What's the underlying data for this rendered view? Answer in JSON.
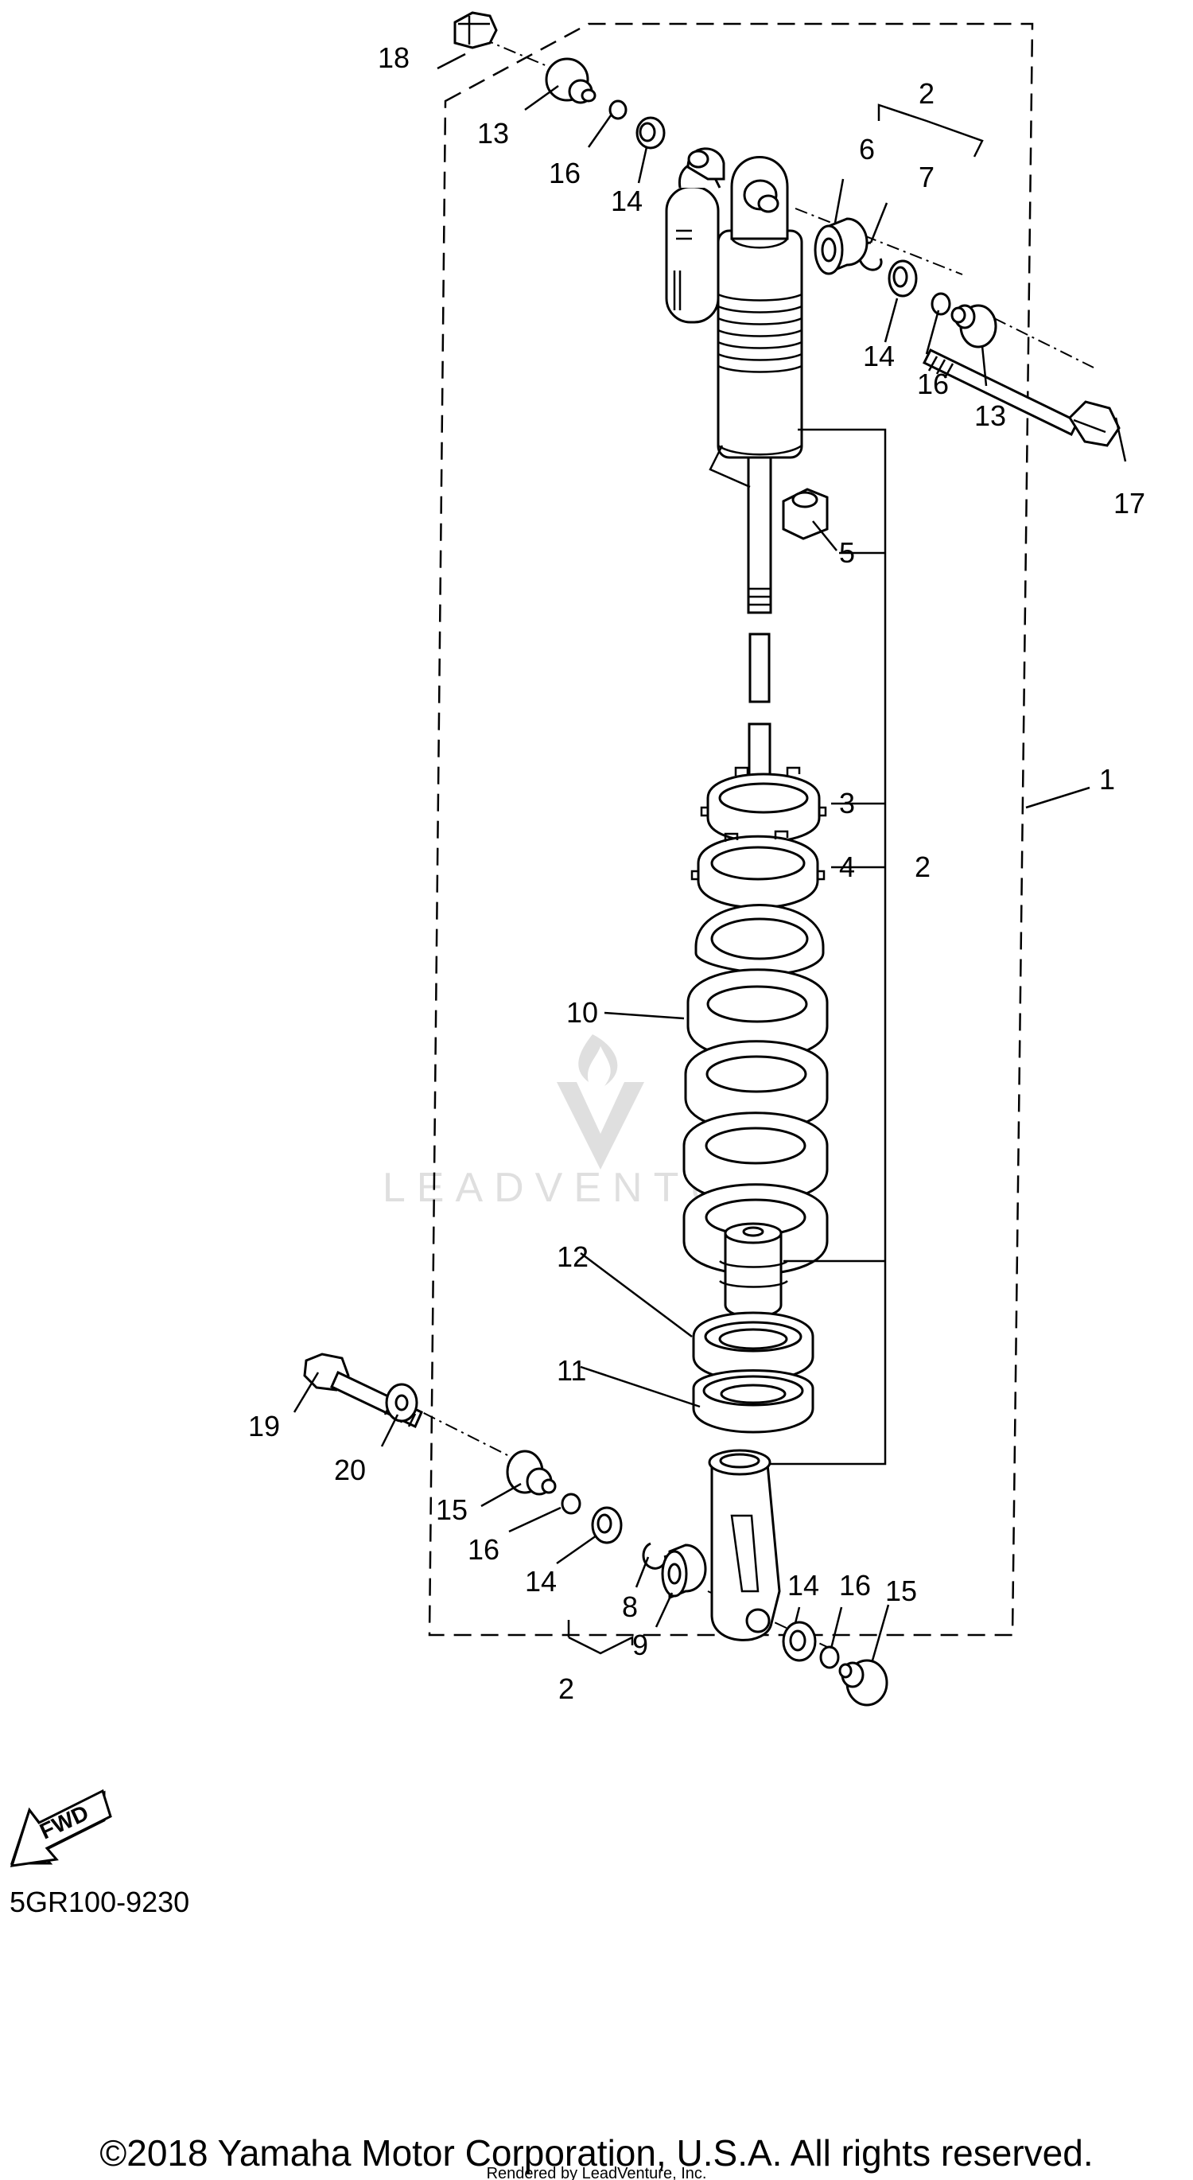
{
  "diagram": {
    "labels": {
      "l1": "1",
      "l2_top": "2",
      "l2_mid": "2",
      "l2_bottom": "2",
      "l3": "3",
      "l4": "4",
      "l5": "5",
      "l6": "6",
      "l7": "7",
      "l8": "8",
      "l9": "9",
      "l10": "10",
      "l11": "11",
      "l12": "12",
      "l13_top": "13",
      "l13_right": "13",
      "l14_a": "14",
      "l14_b": "14",
      "l14_c": "14",
      "l14_d": "14",
      "l15_a": "15",
      "l15_b": "15",
      "l16_a": "16",
      "l16_b": "16",
      "l16_c": "16",
      "l16_d": "16",
      "l17": "17",
      "l18": "18",
      "l19": "19",
      "l20": "20"
    },
    "fwd_label": "FWD",
    "diagram_code": "5GR100-9230",
    "watermark": "LEADVENTURE"
  },
  "footer": {
    "copyright": "©2018 Yamaha Motor Corporation, U.S.A. All rights reserved.",
    "rendered_by": "Rendered by LeadVenture, Inc."
  }
}
